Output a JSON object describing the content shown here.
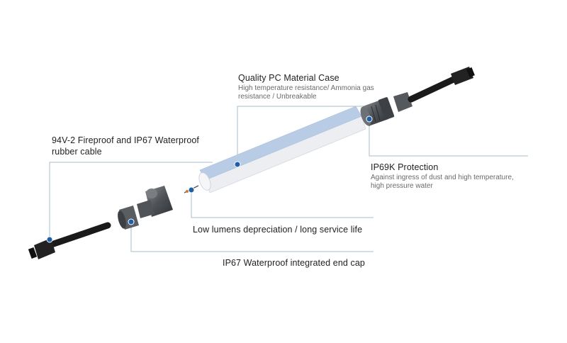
{
  "callouts": {
    "case": {
      "title": "Quality PC Material Case",
      "desc1": "High temperature resistance/ Ammonia gas",
      "desc2": "resistance / Unbreakable"
    },
    "cable": {
      "title1": "94V-2 Fireproof and IP67 Waterproof",
      "title2": "rubber cable"
    },
    "protection": {
      "title": "IP69K Protection",
      "desc1": "Against ingress of dust and high temperature,",
      "desc2": "high pressure water"
    },
    "lumens": {
      "title": "Low lumens depreciation / long service life"
    },
    "endcap": {
      "title": "IP67 Waterproof integrated end cap"
    }
  },
  "colors": {
    "leader_line": "#9fb3c4",
    "marker_dot": "#1f5fa8",
    "tube_blue": "#b9cde6",
    "tube_white": "#eef0f3",
    "cable_black": "#1a1a1a"
  }
}
